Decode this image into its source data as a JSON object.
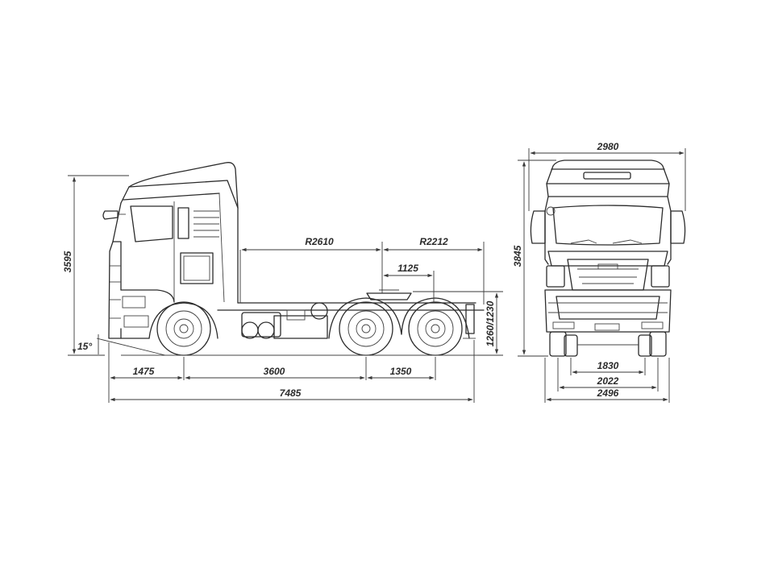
{
  "dimensions": {
    "side_height": "3595",
    "approach_angle": "15°",
    "turn_radius_cab": "R2610",
    "turn_radius_rear": "R2212",
    "fifth_wheel_offset": "1125",
    "fifth_wheel_height": "1260/1230",
    "front_overhang": "1475",
    "wheelbase": "3600",
    "tandem_spacing": "1350",
    "overall_length": "7485",
    "overall_width_mirrors": "2980",
    "front_height": "3845",
    "front_track": "1830",
    "rear_track": "2022",
    "body_width": "2496"
  }
}
